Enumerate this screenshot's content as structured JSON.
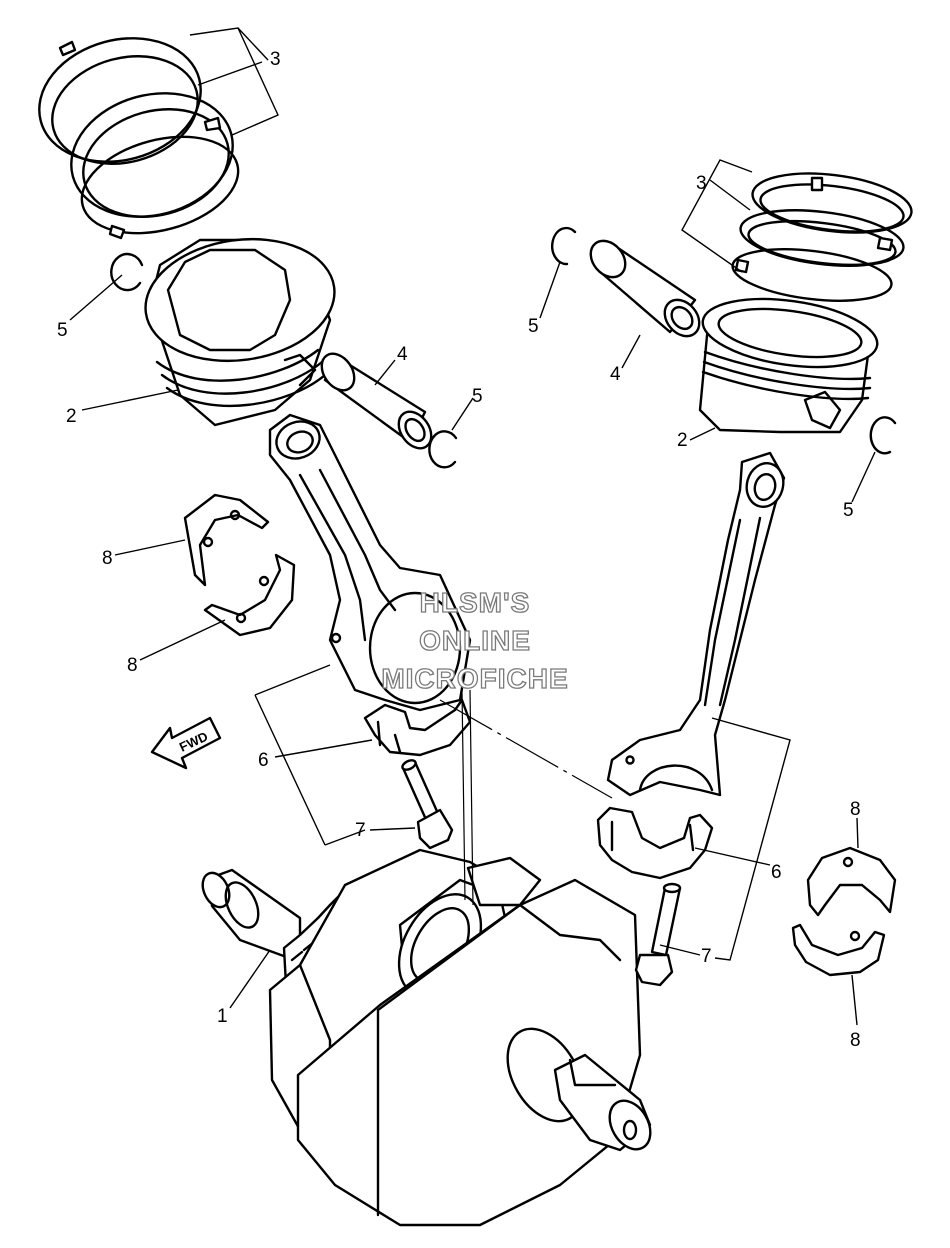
{
  "callouts": {
    "c3_left": "3",
    "c5_left": "5",
    "c2_left": "2",
    "c4_left": "4",
    "c5_mid": "5",
    "c8_left_top": "8",
    "c8_left_bottom": "8",
    "c6_left": "6",
    "c7_left": "7",
    "c1": "1",
    "c3_right": "3",
    "c5_right_top": "5",
    "c4_right": "4",
    "c2_right": "2",
    "c5_right": "5",
    "c8_right_top": "8",
    "c6_right": "6",
    "c7_right": "7",
    "c8_right_bottom": "8"
  },
  "watermark": {
    "line1": "HLSM'S",
    "line2": "ONLINE",
    "line3": "MICROFICHE"
  },
  "fwd_label": "FWD"
}
